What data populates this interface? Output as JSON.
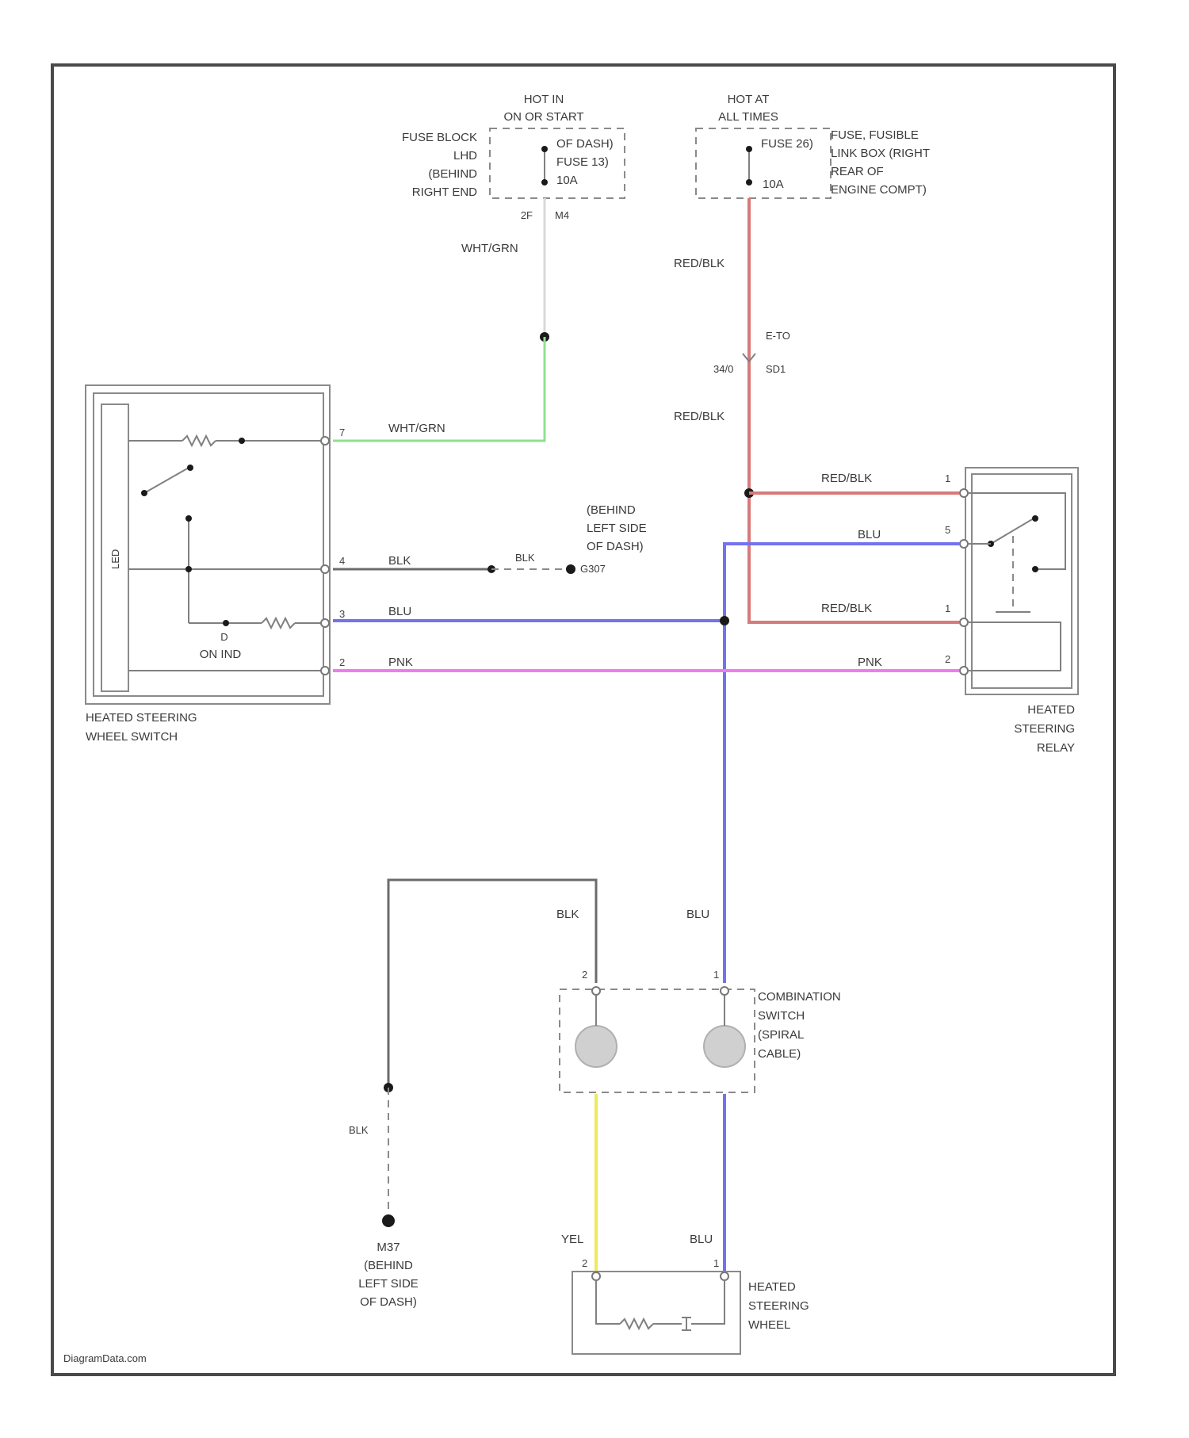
{
  "labels": {
    "hot_in_run": [
      "HOT IN",
      "ON OR START"
    ],
    "hot_at_all_times": [
      "HOT AT",
      "ALL TIMES"
    ],
    "fuse_block_left": [
      "FUSE BLOCK",
      "LHD",
      "(BEHIND",
      "RIGHT END"
    ],
    "fuse_block_right": [
      "OF DASH)",
      "FUSE 13)",
      "10A"
    ],
    "fuse_block_conn": "2F",
    "fuse_block_pin": "M4",
    "fusible_fuse": [
      "FUSE 26)",
      "10A"
    ],
    "fusible_box": [
      "FUSE, FUSIBLE",
      "LINK BOX (RIGHT",
      "REAR OF",
      "ENGINE COMPT)"
    ],
    "splice_e": "E-TO",
    "splice_pin": "SD1",
    "splice_conn": "34/0",
    "ground_splice_loc": [
      "(BEHIND",
      "LEFT SIDE",
      "OF DASH)"
    ],
    "ground_splice_id": "G307",
    "on_ind": "ON IND",
    "switch_name": [
      "HEATED STEERING",
      "WHEEL SWITCH"
    ],
    "relay_name": [
      "HEATED",
      "STEERING",
      "RELAY"
    ],
    "clockspring_name": [
      "COMBINATION",
      "SWITCH",
      "(SPIRAL",
      "CABLE)"
    ],
    "ground_name": [
      "M37",
      "(BEHIND",
      "LEFT SIDE",
      "OF DASH)"
    ],
    "wheel_name": [
      "HEATED",
      "STEERING",
      "WHEEL"
    ],
    "footer": "DiagramData.com"
  },
  "wires": {
    "wht_grn": "WHT/GRN",
    "red_blk": "RED/BLK",
    "blk": "BLK",
    "blu": "BLU",
    "pnk": "PNK",
    "yel": "YEL"
  },
  "pins": {
    "sw_7": "7",
    "sw_4": "4",
    "sw_3": "3",
    "sw_2": "2",
    "sw_led": "D",
    "relay_1": "1",
    "relay_5": "5",
    "relay_4": "1",
    "relay_2": "2",
    "cs_2": "2",
    "cs_1": "1",
    "wh_2": "2",
    "wh_1": "1"
  },
  "colors": {
    "red_blk": "#d77a7a",
    "blu": "#7373ef",
    "pnk": "#ef7cef",
    "yel": "#efe95c",
    "wht_grn": "#90e090",
    "blk": "#6b6b6b"
  }
}
